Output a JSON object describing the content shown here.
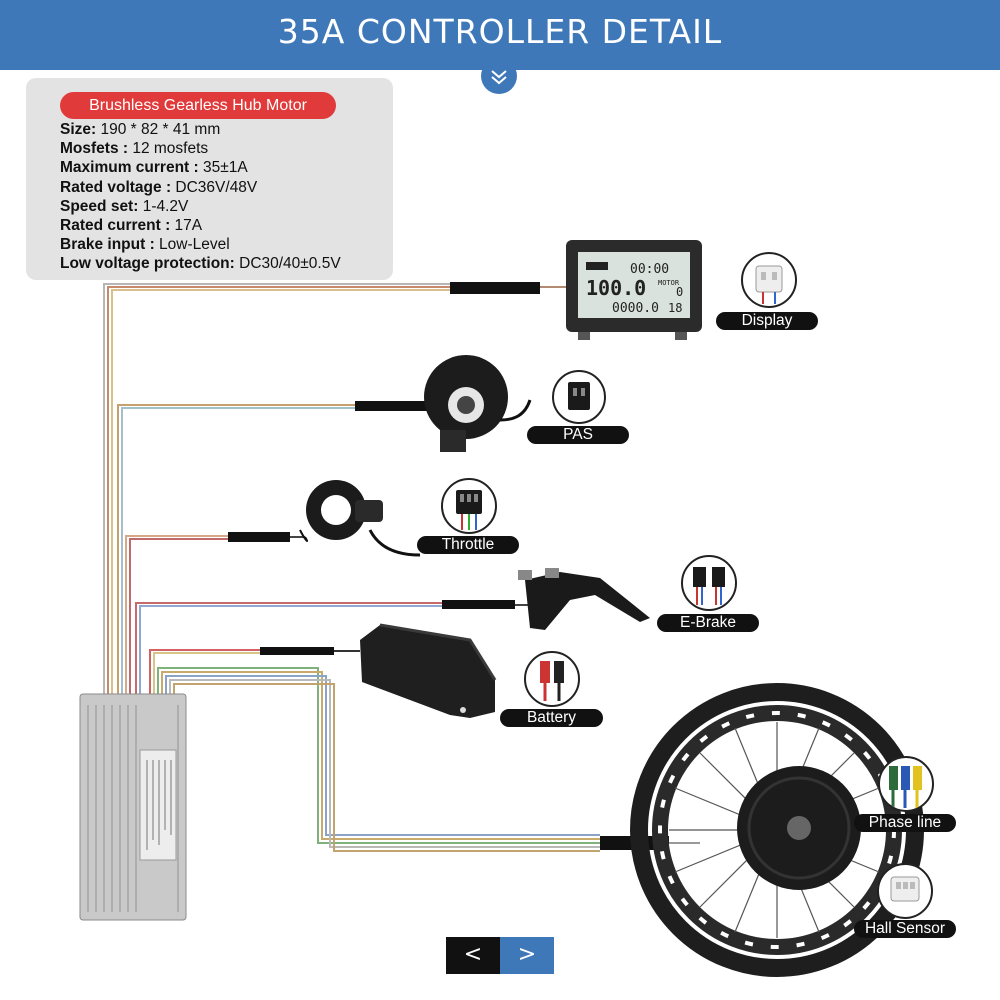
{
  "header": {
    "title": "35A CONTROLLER  DETAIL"
  },
  "specs": {
    "badge": "Brushless Gearless Hub Motor",
    "items": [
      {
        "label": "Size:",
        "value": " 190 * 82 * 41  mm"
      },
      {
        "label": "Mosfets :",
        "value": " 12 mosfets"
      },
      {
        "label": "Maximum current :",
        "value": " 35±1A"
      },
      {
        "label": "Rated voltage :",
        "value": " DC36V/48V"
      },
      {
        "label": "Speed set:",
        "value": " 1-4.2V"
      },
      {
        "label": "Rated current :",
        "value": " 17A"
      },
      {
        "label": "Brake input :",
        "value": " Low-Level"
      },
      {
        "label": "Low voltage protection:",
        "value": " DC30/40±0.5V"
      }
    ]
  },
  "display_screen": {
    "time": "00:00",
    "speed": "100.0",
    "odo": "0000.0",
    "right1": "0",
    "right2": "18",
    "small1": "MOTOR"
  },
  "components": {
    "display": "Display",
    "pas": "PAS",
    "throttle": "Throttle",
    "ebrake": "E-Brake",
    "battery": "Battery",
    "phase": "Phase line",
    "hall": "Hall Sensor"
  },
  "nav": {
    "prev": "<",
    "next": ">"
  }
}
